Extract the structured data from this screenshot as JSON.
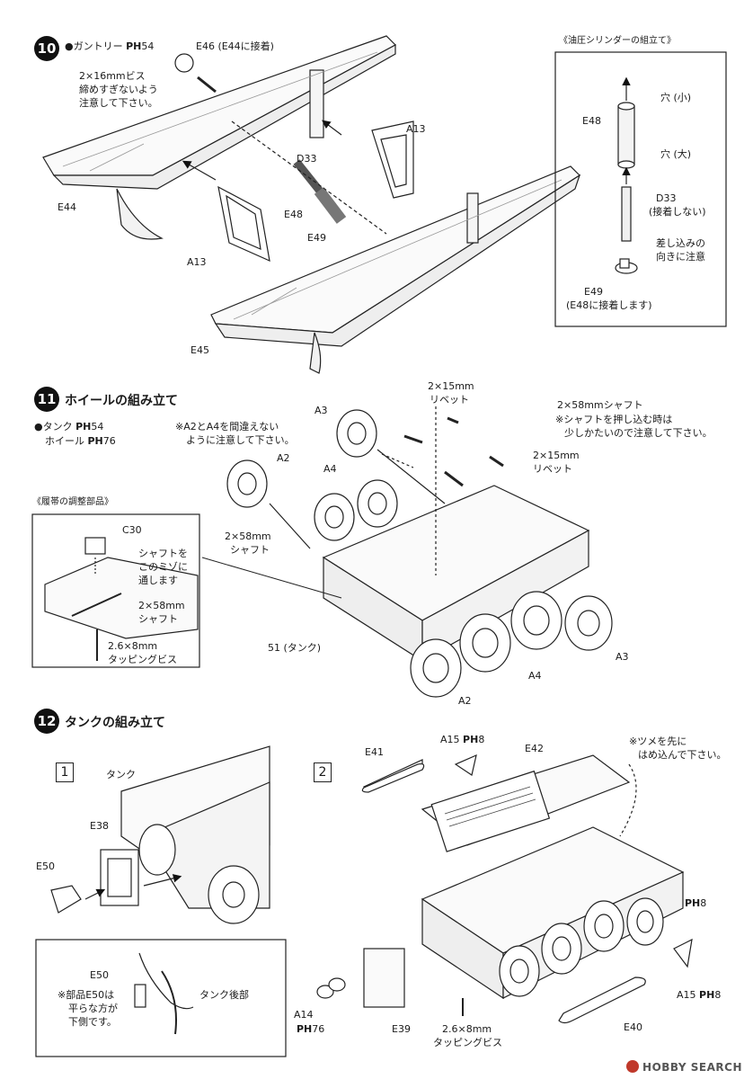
{
  "step10": {
    "number": "10",
    "bullet": "●ガントリー",
    "ph_ref": "PH",
    "ph_page": "54",
    "note_screw": [
      "2×16mmビス",
      "締めすぎないよう",
      "注意して下さい。"
    ],
    "labels": {
      "e46": "E46 (E44に接着)",
      "a13_top": "A13",
      "a13_bottom": "A13",
      "d33": "D33",
      "e48": "E48",
      "e49": "E49",
      "e44": "E44",
      "e45": "E45"
    },
    "inset": {
      "title": "《油圧シリンダーの組立て》",
      "e48": "E48",
      "hole_small": "穴 (小)",
      "hole_large": "穴 (大)",
      "d33": "D33",
      "d33_note": "(接着しない)",
      "insert_note": [
        "差し込みの",
        "向きに注意"
      ],
      "e49": "E49",
      "e49_note": "(E48に接着します)"
    }
  },
  "step11": {
    "number": "11",
    "title": "ホイールの組み立て",
    "parts": [
      {
        "label": "●タンク",
        "ph": "PH",
        "page": "54"
      },
      {
        "label": "ホイール",
        "ph": "PH",
        "page": "76"
      }
    ],
    "note_a2a4": [
      "※A2とA4を間違えない",
      "ように注意して下さい。"
    ],
    "rivet_top": [
      "2×15mm",
      "リベット"
    ],
    "shaft_top": "2×58mmシャフト",
    "shaft_note": [
      "※シャフトを押し込む時は",
      "少しかたいので注意して下さい。"
    ],
    "rivet_right": [
      "2×15mm",
      "リベット"
    ],
    "shaft_left": [
      "2×58mm",
      "シャフト"
    ],
    "labels": {
      "a3_top": "A3",
      "a2_top": "A2",
      "a4_top": "A4",
      "tank": "51 (タンク)",
      "a4_bottom": "A4",
      "a3_bottom": "A3",
      "a2_bottom": "A2"
    },
    "inset": {
      "title": "《履帯の調整部品》",
      "c30": "C30",
      "shaft_note": [
        "シャフトを",
        "このミゾに",
        "通します"
      ],
      "shaft": [
        "2×58mm",
        "シャフト"
      ],
      "screw": [
        "2.6×8mm",
        "タッピングビス"
      ]
    }
  },
  "step12": {
    "number": "12",
    "title": "タンクの組み立て",
    "panel1": {
      "num": "1",
      "tank": "タンク",
      "e38": "E38",
      "e50": "E50",
      "note_e50": "E50",
      "note": [
        "※部品E50は",
        "平らな方が",
        "下側です。"
      ],
      "tank_rear": "タンク後部"
    },
    "panel2": {
      "num": "2",
      "e41": "E41",
      "a15_top": "A15",
      "ph_a15_top": "8",
      "e42": "E42",
      "claw_note": [
        "※ツメを先に",
        "はめ込んで下さい。"
      ],
      "ph_right": "8",
      "a14": "A14",
      "ph_a14": "76",
      "e39": "E39",
      "screw": [
        "2.6×8mm",
        "タッピングビス"
      ],
      "e40": "E40",
      "a15_bottom": "A15",
      "ph_a15_bottom": "8"
    }
  },
  "watermark": "HOBBY SEARCH"
}
